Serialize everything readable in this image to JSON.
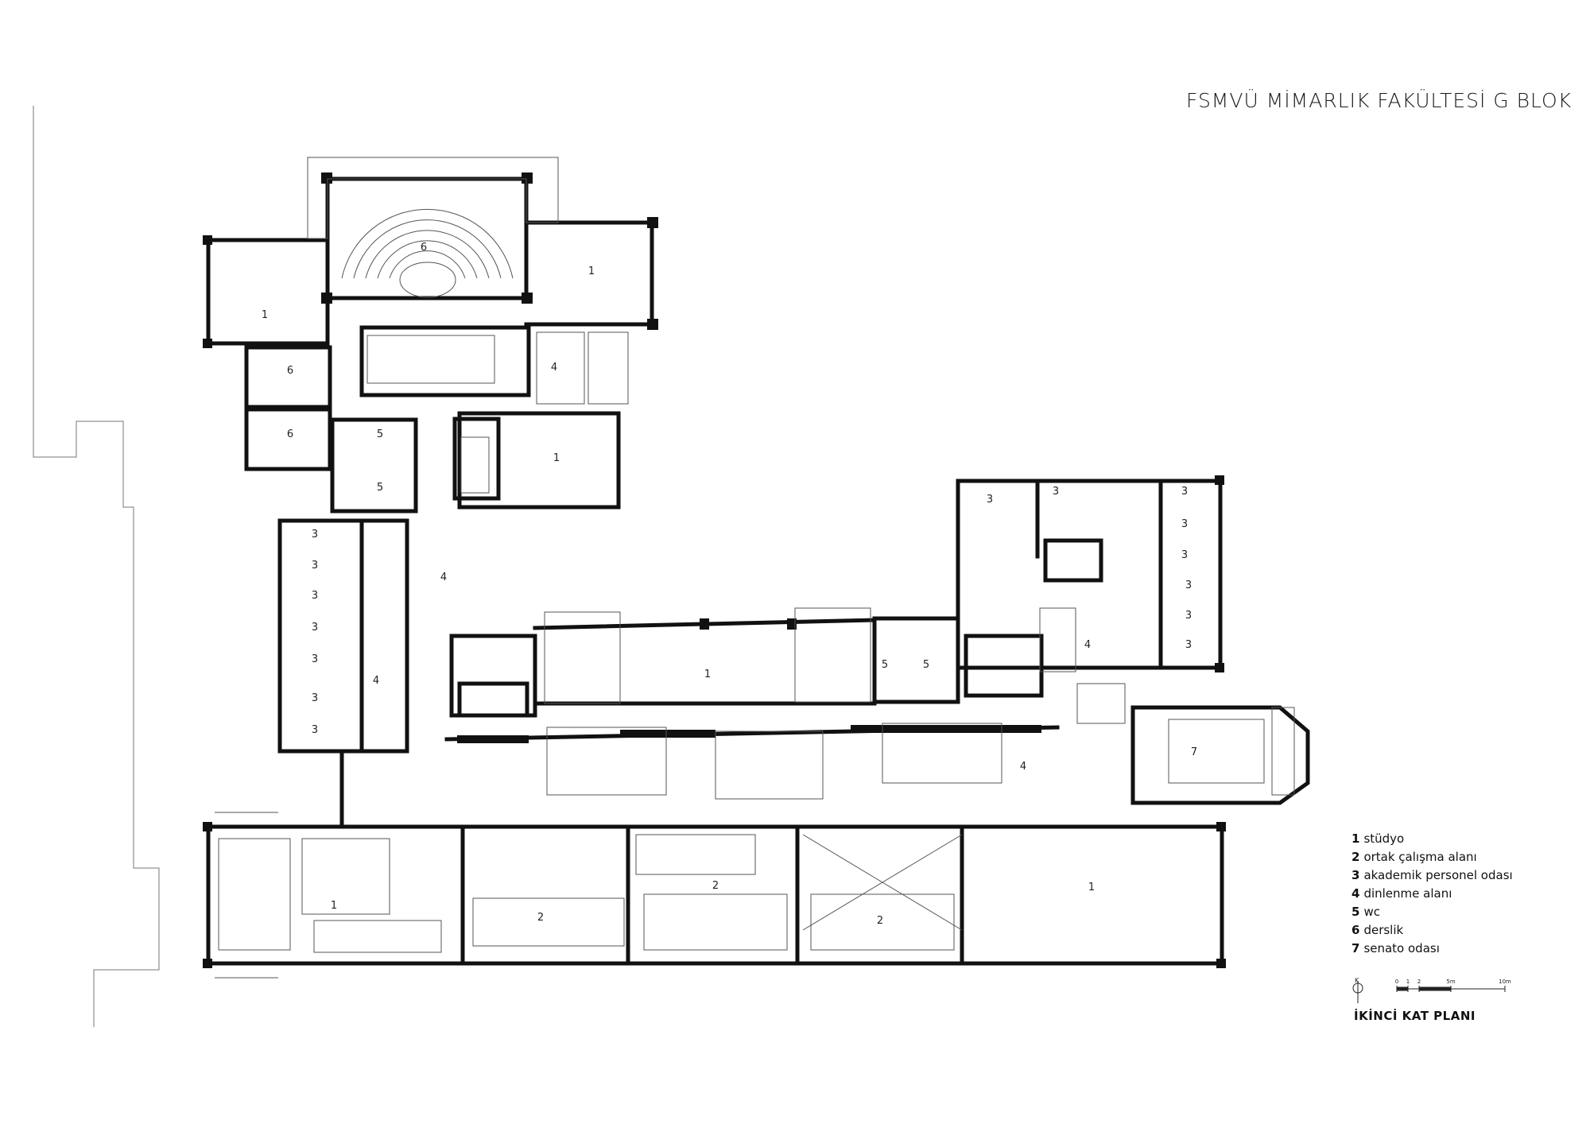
{
  "title": "FSMVÜ MİMARLIK FAKÜLTESİ G BLOK",
  "plan_name": "İKİNCİ KAT PLANI",
  "north_label": "K",
  "scale_labels": [
    "0",
    "1",
    "2",
    "5m",
    "10m"
  ],
  "legend": [
    {
      "num": "1",
      "text": "stüdyo"
    },
    {
      "num": "2",
      "text": "ortak çalışma alanı"
    },
    {
      "num": "3",
      "text": "akademik personel odası"
    },
    {
      "num": "4",
      "text": "dinlenme alanı"
    },
    {
      "num": "5",
      "text": "wc"
    },
    {
      "num": "6",
      "text": "derslik"
    },
    {
      "num": "7",
      "text": "senato odası"
    }
  ],
  "room_labels": [
    "6",
    "1",
    "1",
    "4",
    "6",
    "6",
    "5",
    "5",
    "1",
    "3",
    "3",
    "3",
    "3",
    "3",
    "3",
    "3",
    "4",
    "4",
    "1",
    "5",
    "5",
    "3",
    "3",
    "3",
    "3",
    "3",
    "3",
    "3",
    "3",
    "4",
    "7",
    "4",
    "1",
    "2",
    "2",
    "2",
    "1"
  ],
  "colors": {
    "wall": "#111111",
    "thin_line": "#555555",
    "furniture": "#444444"
  }
}
